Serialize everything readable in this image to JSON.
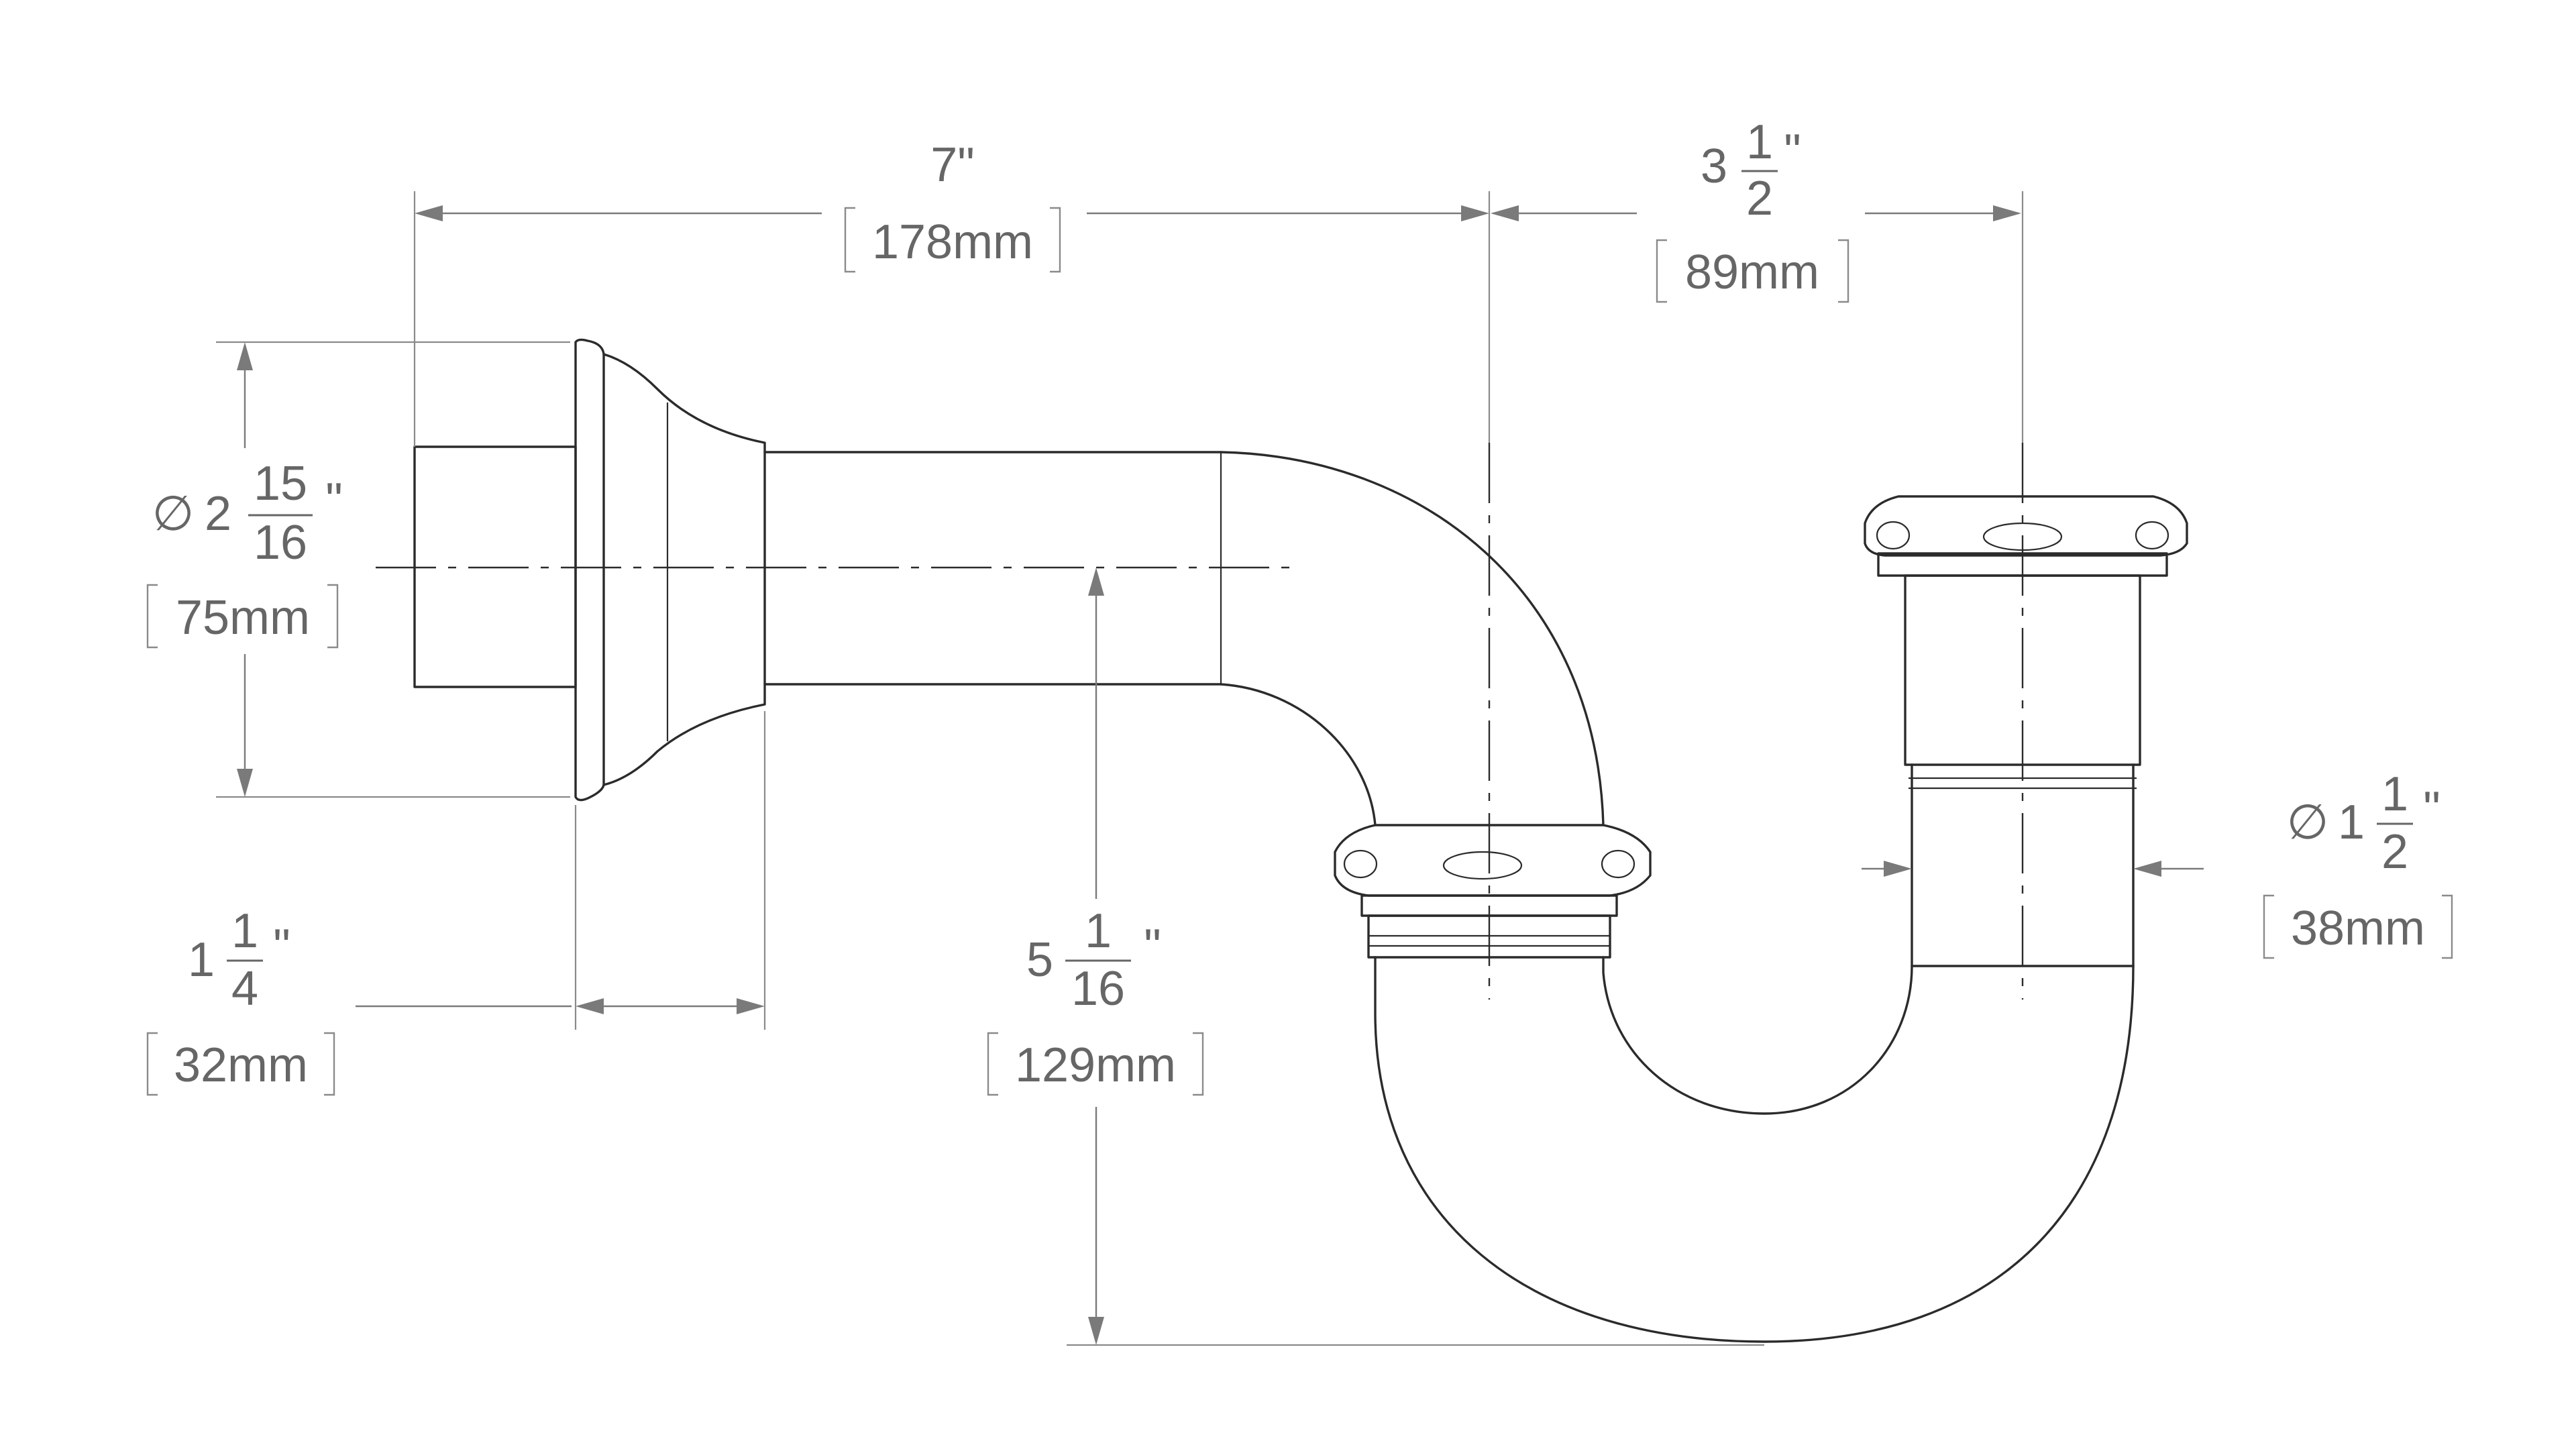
{
  "dimensions": {
    "overall_length": {
      "inch": "7\"",
      "mm": "178mm"
    },
    "trap_offset": {
      "whole": "3",
      "num": "1",
      "den": "2",
      "inch_mark": "\"",
      "mm": "89mm"
    },
    "flange_diameter": {
      "symbol": "∅",
      "whole": "2",
      "num": "15",
      "den": "16",
      "inch_mark": "\"",
      "mm": "75mm"
    },
    "flange_depth": {
      "whole": "1",
      "num": "1",
      "den": "4",
      "inch_mark": "\"",
      "mm": "32mm"
    },
    "drop_height": {
      "whole": "5",
      "num": "1",
      "den": "16",
      "inch_mark": "\"",
      "mm": "129mm"
    },
    "tailpiece_diameter": {
      "symbol": "∅",
      "whole": "1",
      "num": "1",
      "den": "2",
      "inch_mark": "\"",
      "mm": "38mm"
    }
  }
}
